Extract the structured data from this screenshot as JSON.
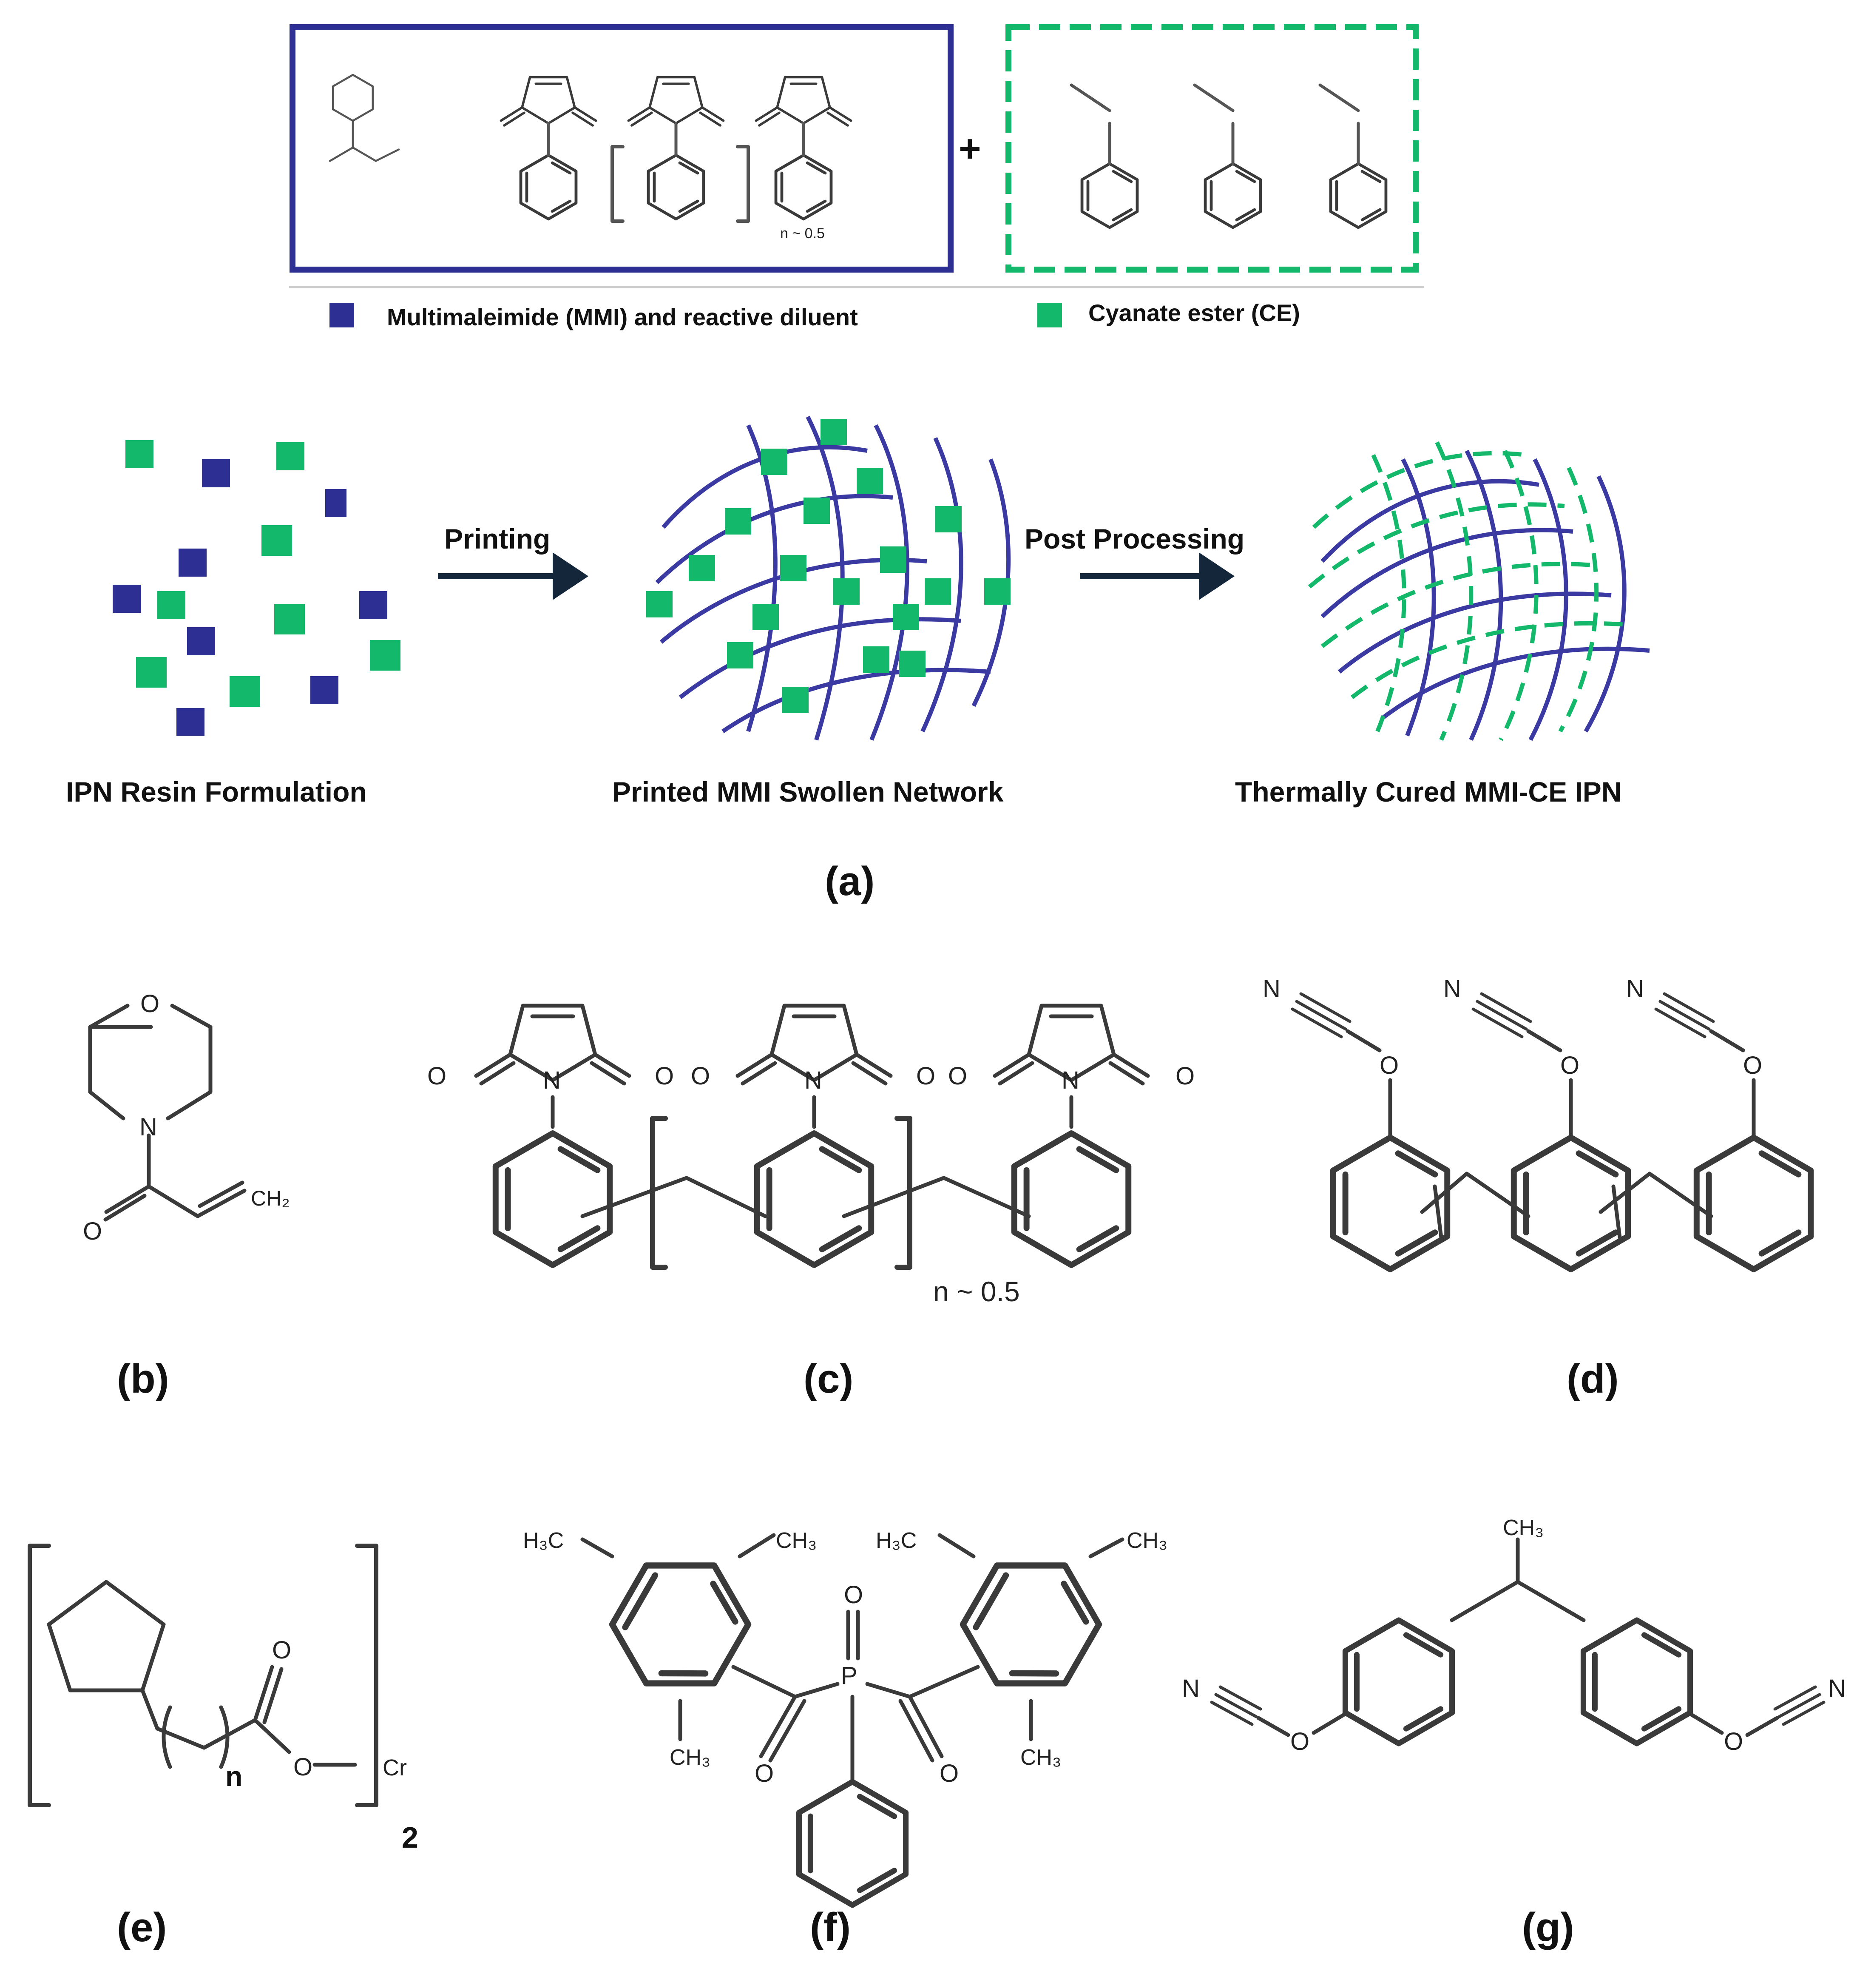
{
  "colors": {
    "mmi": "#2e2f92",
    "ce": "#14b86b",
    "arrow": "#13263a",
    "ink": "#111111"
  },
  "legend": {
    "mmi_label": "Multimaleimide (MMI) and reactive diluent",
    "ce_label": "Cyanate ester (CE)"
  },
  "process": {
    "arrow1_label": "Printing",
    "arrow2_label": "Post Processing",
    "stage1_caption": "IPN Resin Formulation",
    "stage2_caption": "Printed  MMI Swollen Network",
    "stage3_caption": "Thermally Cured MMI-CE IPN"
  },
  "panels": {
    "a": "(a)",
    "b": "(b)",
    "c": "(c)",
    "d": "(d)",
    "e": "(e)",
    "f": "(f)",
    "g": "(g)"
  },
  "chem": {
    "repeat_small": "n ~ 0.5",
    "repeat_large": "n ~ 0.5",
    "subscript_n": "n",
    "subscript_2": "2"
  },
  "atoms": {
    "O": "O",
    "N": "N",
    "P": "P",
    "Cr": "Cr",
    "CH2": "CH₂",
    "CH3": "CH₃",
    "H3C": "H₃C"
  }
}
